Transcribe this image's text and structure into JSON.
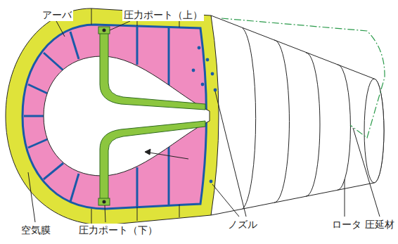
{
  "diagram": {
    "labels": [
      "アーバ",
      "圧力ポート（上）",
      "ノズル",
      "ロータ",
      "圧延材",
      "空気膜",
      "圧力ポート（下）"
    ]
  }
}
